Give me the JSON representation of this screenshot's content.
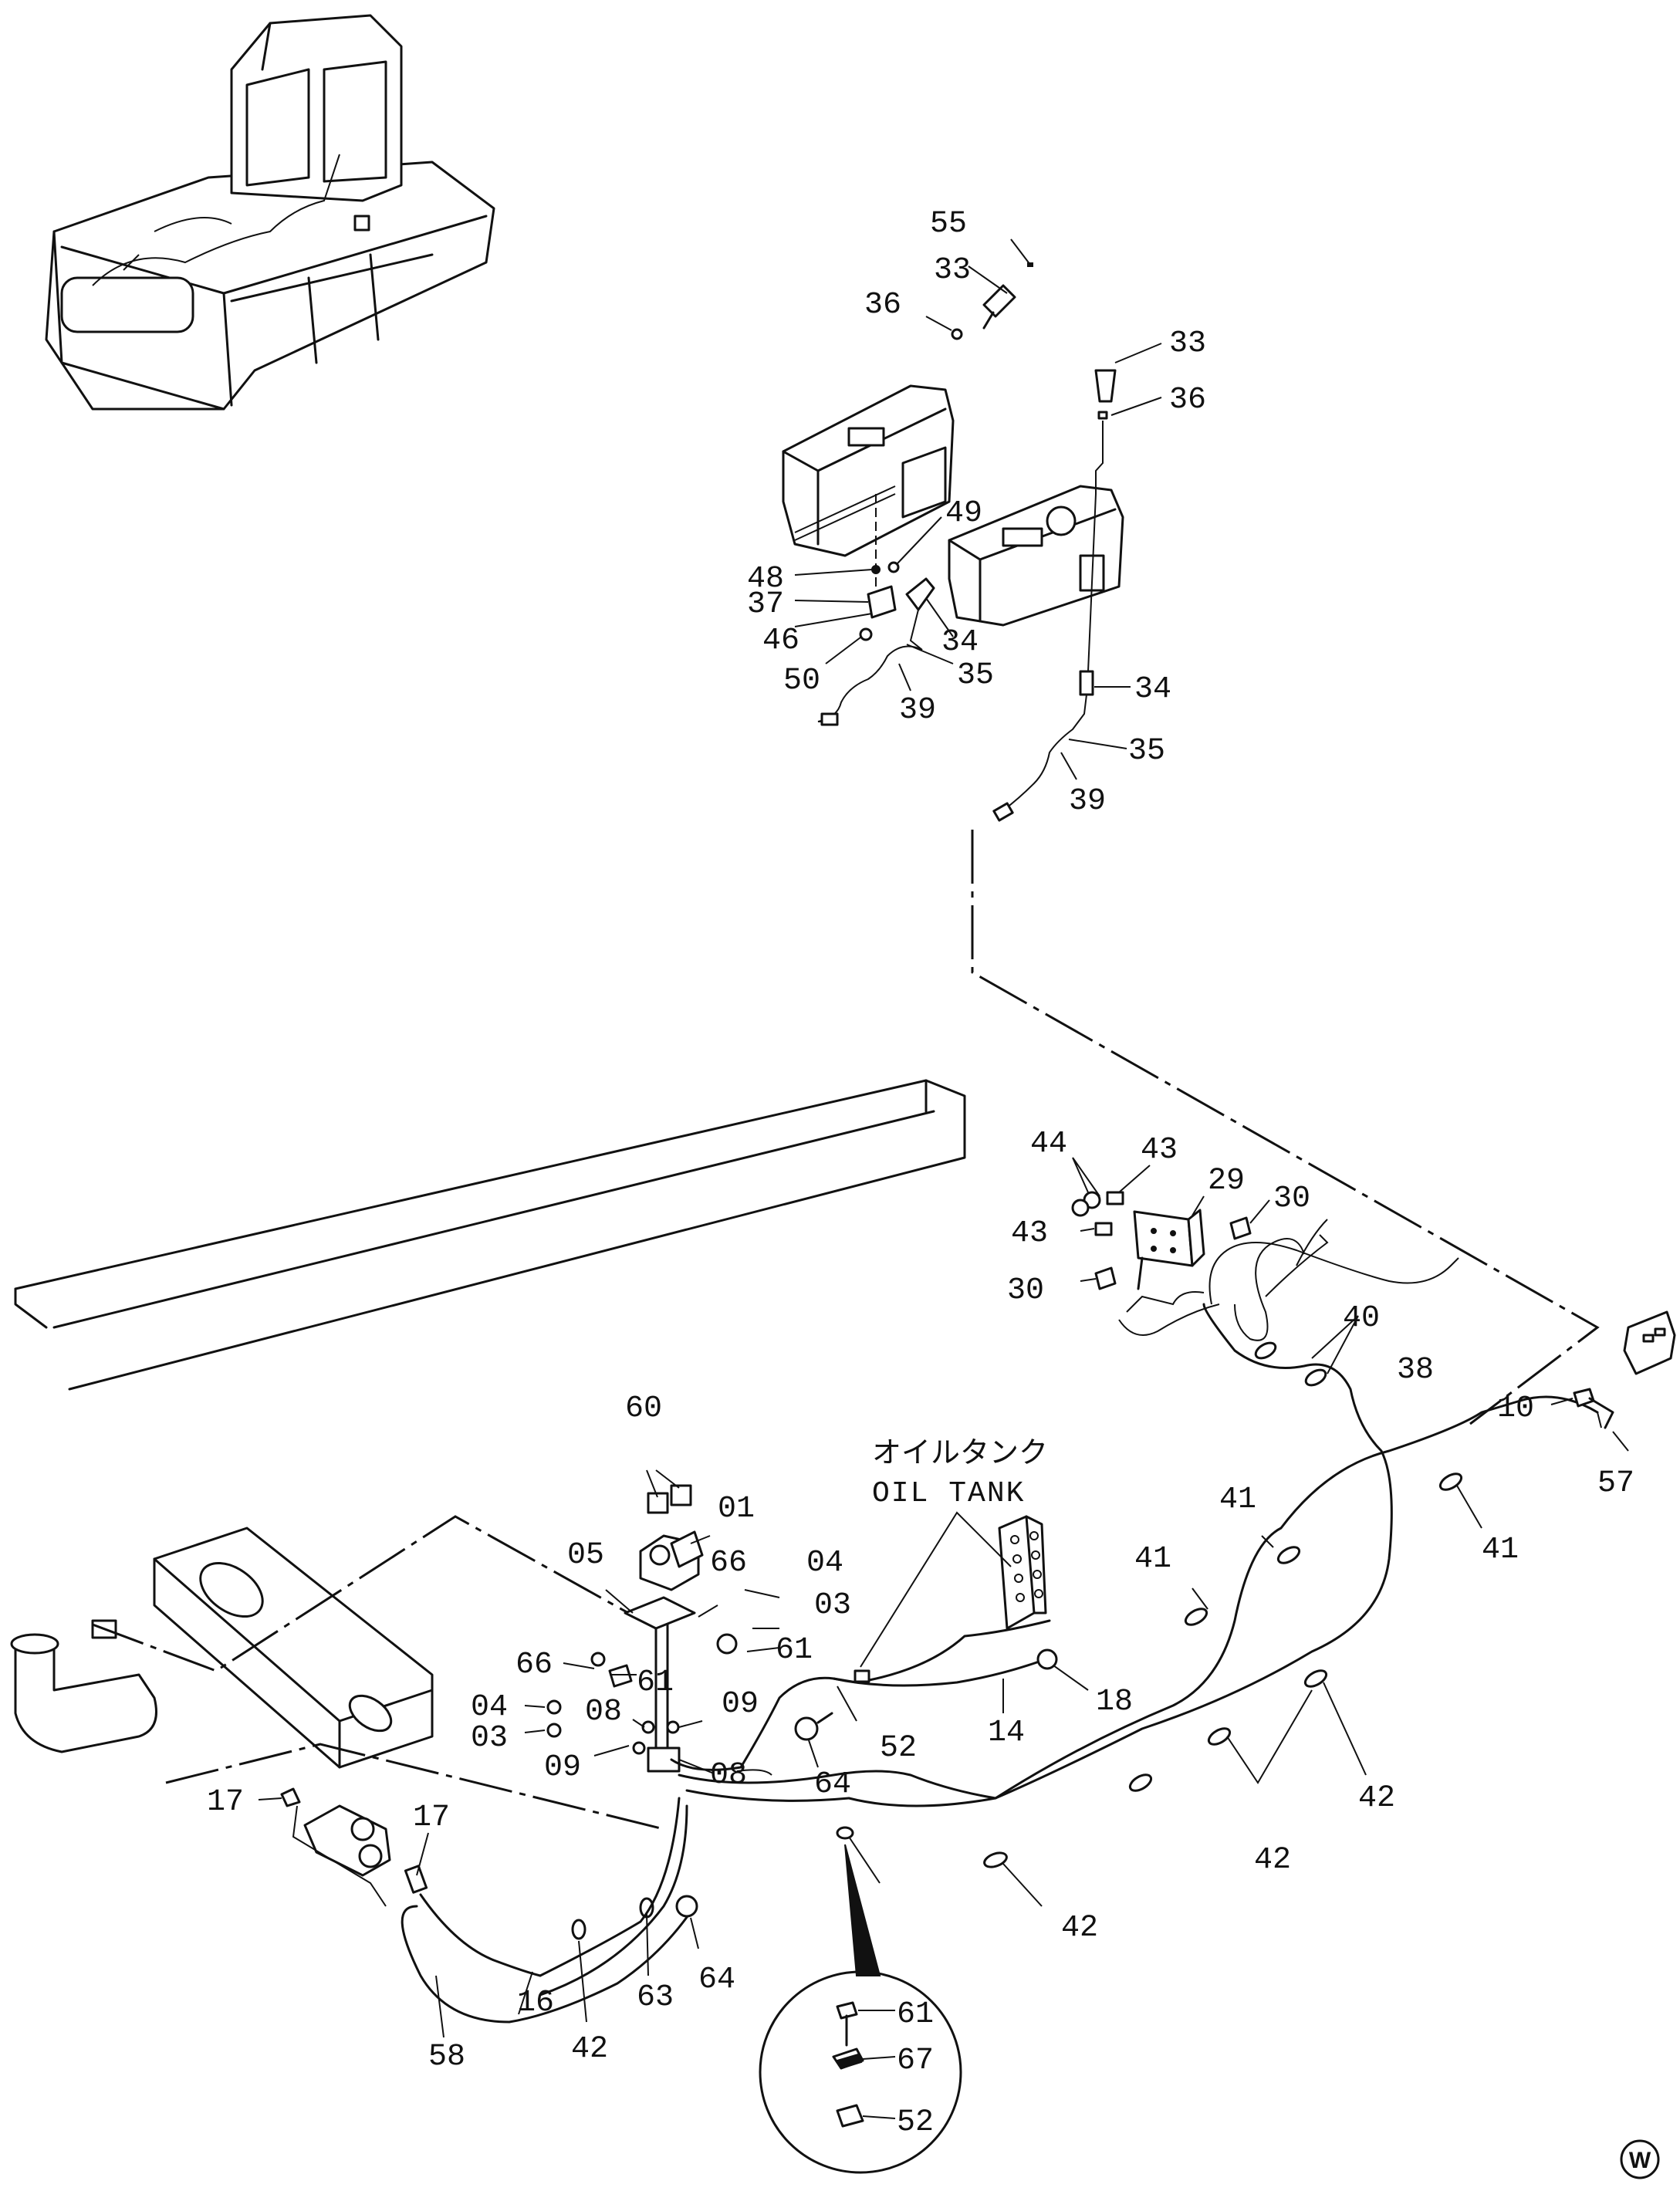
{
  "callouts": [
    {
      "id": "c55",
      "text": "55"
    },
    {
      "id": "c33a",
      "text": "33"
    },
    {
      "id": "c36a",
      "text": "36"
    },
    {
      "id": "c33b",
      "text": "33"
    },
    {
      "id": "c36b",
      "text": "36"
    },
    {
      "id": "c49",
      "text": "49"
    },
    {
      "id": "c48",
      "text": "48"
    },
    {
      "id": "c37",
      "text": "37"
    },
    {
      "id": "c46",
      "text": "46"
    },
    {
      "id": "c50",
      "text": "50"
    },
    {
      "id": "c34a",
      "text": "34"
    },
    {
      "id": "c35a",
      "text": "35"
    },
    {
      "id": "c39a",
      "text": "39"
    },
    {
      "id": "c34b",
      "text": "34"
    },
    {
      "id": "c35b",
      "text": "35"
    },
    {
      "id": "c39b",
      "text": "39"
    },
    {
      "id": "c44",
      "text": "44"
    },
    {
      "id": "c43a",
      "text": "43"
    },
    {
      "id": "c29",
      "text": "29"
    },
    {
      "id": "c30a",
      "text": "30"
    },
    {
      "id": "c43b",
      "text": "43"
    },
    {
      "id": "c30b",
      "text": "30"
    },
    {
      "id": "c40",
      "text": "40"
    },
    {
      "id": "c38",
      "text": "38"
    },
    {
      "id": "c10",
      "text": "10"
    },
    {
      "id": "c57",
      "text": "57"
    },
    {
      "id": "c41a",
      "text": "41"
    },
    {
      "id": "c41b",
      "text": "41"
    },
    {
      "id": "c41c",
      "text": "41"
    },
    {
      "id": "c60",
      "text": "60"
    },
    {
      "id": "c01",
      "text": "01"
    },
    {
      "id": "c05",
      "text": "05"
    },
    {
      "id": "c66a",
      "text": "66"
    },
    {
      "id": "c04a",
      "text": "04"
    },
    {
      "id": "c03a",
      "text": "03"
    },
    {
      "id": "c61a",
      "text": "61"
    },
    {
      "id": "c66b",
      "text": "66"
    },
    {
      "id": "c61b",
      "text": "61"
    },
    {
      "id": "c04b",
      "text": "04"
    },
    {
      "id": "c03b",
      "text": "03"
    },
    {
      "id": "c08a",
      "text": "08"
    },
    {
      "id": "c09a",
      "text": "09"
    },
    {
      "id": "c09b",
      "text": "09"
    },
    {
      "id": "c08b",
      "text": "08"
    },
    {
      "id": "c18",
      "text": "18"
    },
    {
      "id": "c14",
      "text": "14"
    },
    {
      "id": "c52a",
      "text": "52"
    },
    {
      "id": "c64a",
      "text": "64"
    },
    {
      "id": "c42a",
      "text": "42"
    },
    {
      "id": "c42b",
      "text": "42"
    },
    {
      "id": "c42c",
      "text": "42"
    },
    {
      "id": "c17a",
      "text": "17"
    },
    {
      "id": "c17b",
      "text": "17"
    },
    {
      "id": "c16",
      "text": "16"
    },
    {
      "id": "c63",
      "text": "63"
    },
    {
      "id": "c64b",
      "text": "64"
    },
    {
      "id": "c58",
      "text": "58"
    },
    {
      "id": "c42d",
      "text": "42"
    },
    {
      "id": "c61c",
      "text": "61"
    },
    {
      "id": "c67",
      "text": "67"
    },
    {
      "id": "c52b",
      "text": "52"
    }
  ],
  "oil_tank_label_jp": "オイルタンク",
  "oil_tank_label_en": "OIL TANK",
  "corner_mark": "W"
}
